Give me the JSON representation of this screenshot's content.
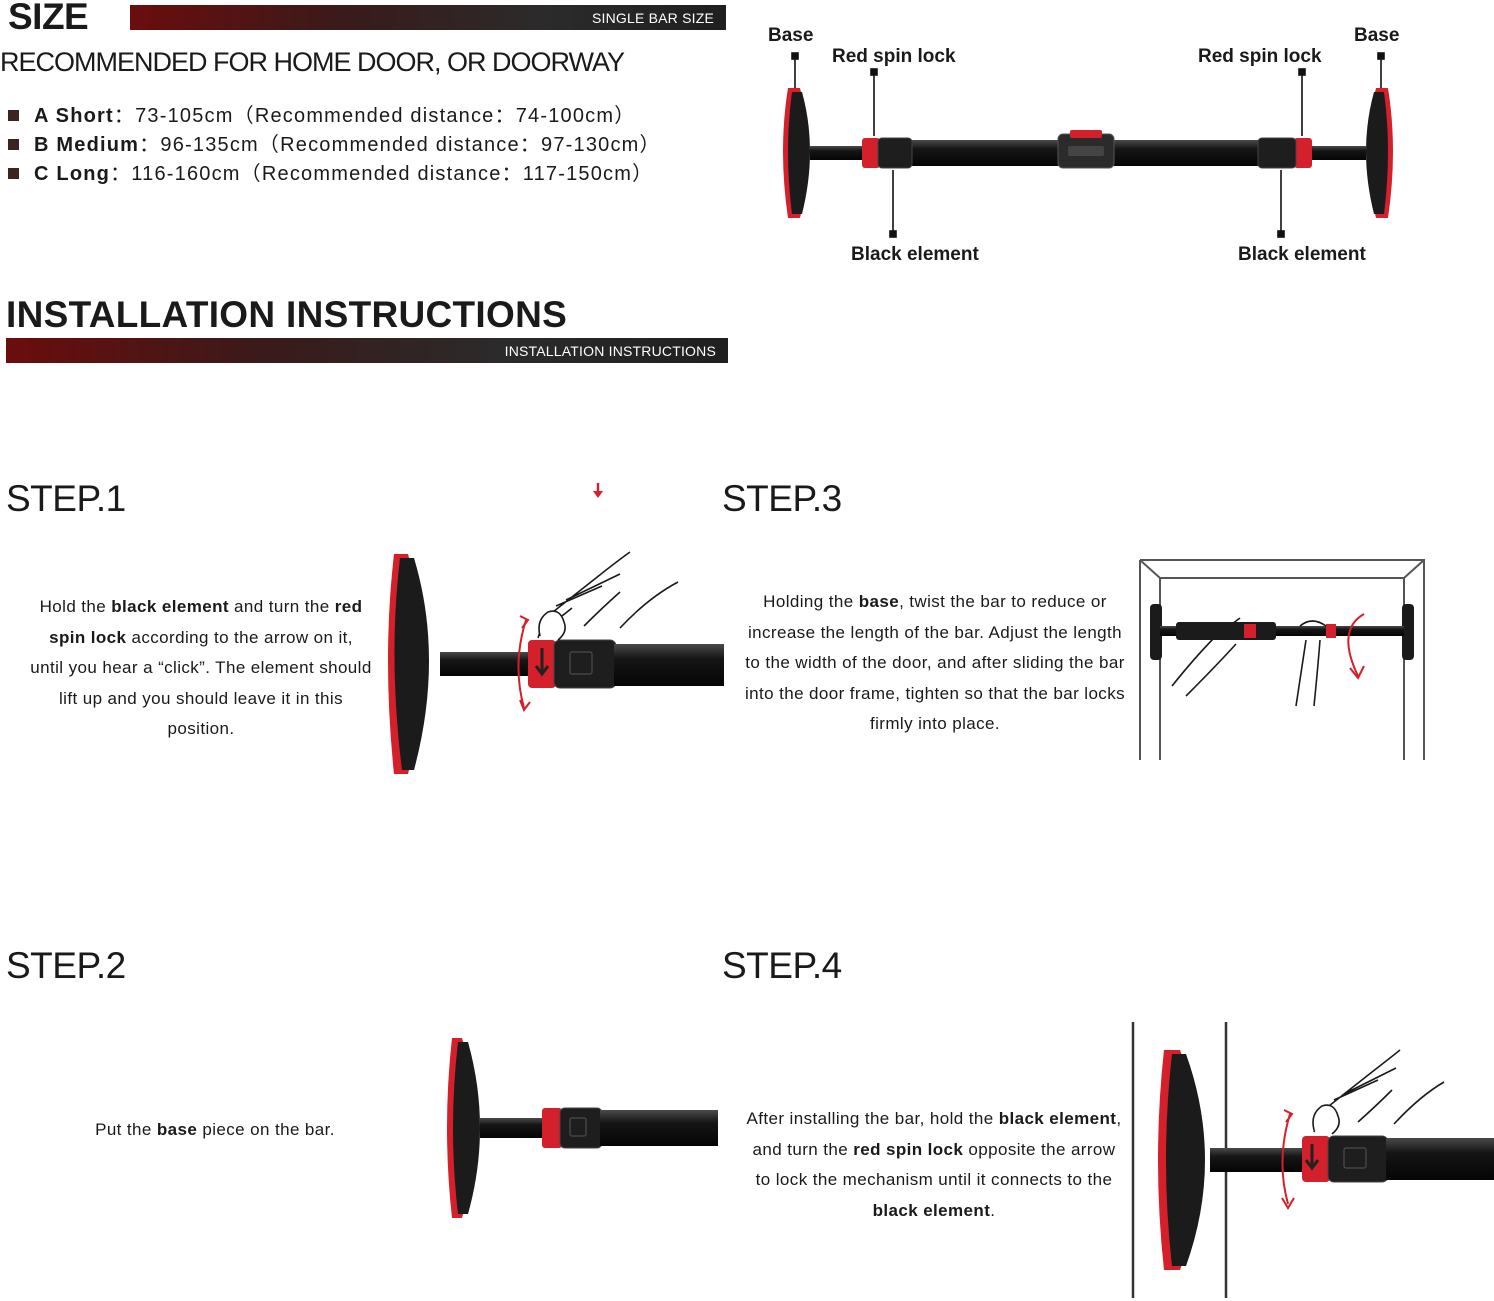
{
  "size_section": {
    "title": "SIZE",
    "banner_label": "SINGLE BAR SIZE",
    "subtitle": "RECOMMENDED FOR HOME DOOR, OR DOORWAY",
    "items": [
      {
        "name": "A Short",
        "range": "73-105cm",
        "recommended": "（Recommended distance：74-100cm）"
      },
      {
        "name": "B Medium",
        "range": "96-135cm",
        "recommended": "（Recommended distance：97-130cm）"
      },
      {
        "name": "C Long",
        "range": "116-160cm",
        "recommended": "（Recommended distance：117-150cm）"
      }
    ]
  },
  "diagram": {
    "base_left": "Base",
    "base_right": "Base",
    "spin_left": "Red spin lock",
    "spin_right": "Red spin lock",
    "black_left": "Black element",
    "black_right": "Black element"
  },
  "install": {
    "title": "INSTALLATION INSTRUCTIONS",
    "banner_label": "INSTALLATION INSTRUCTIONS"
  },
  "steps": {
    "s1": {
      "label": "STEP.1",
      "p1": "Hold the ",
      "b1": "black element",
      "p2": " and turn the ",
      "b2": "red spin lock",
      "p3": " according to the arrow on it, until you hear a “click”. The element should lift up and you should leave it in this position."
    },
    "s2": {
      "label": "STEP.2",
      "p1": "Put the ",
      "b1": "base",
      "p2": " piece on the bar."
    },
    "s3": {
      "label": "STEP.3",
      "p1": "Holding the ",
      "b1": "base",
      "p2": ", twist the bar to reduce or increase the length of the bar. Adjust the length to the width of the door, and after sliding the bar into the door frame, tighten so that the bar locks firmly into place."
    },
    "s4": {
      "label": "STEP.4",
      "p1": "After installing the bar, hold the ",
      "b1": "black element",
      "p2": ", and turn the ",
      "b2": "red spin lock",
      "p3": " opposite the arrow to lock the mechanism until it connects to the ",
      "b3": "black element",
      "p4": "."
    }
  },
  "colors": {
    "accent_red": "#d3202a",
    "bar_black": "#1b1b1b",
    "banner_dark": "#2b2b2b",
    "banner_red": "#6b0d0d"
  },
  "icons": [
    "down-arrow-icon",
    "rotate-arrows-icon",
    "hand-illustration",
    "door-frame-illustration"
  ]
}
